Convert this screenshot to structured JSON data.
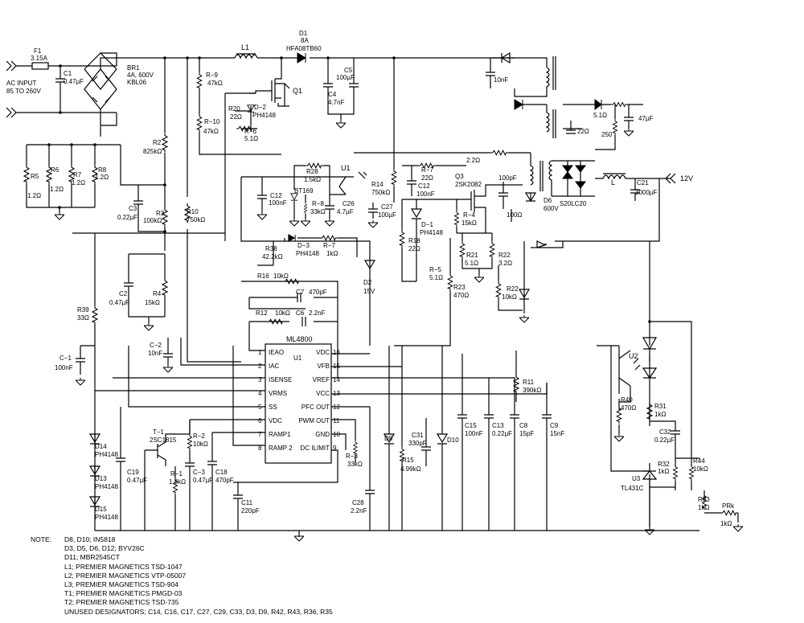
{
  "input": {
    "fuse_ref": "F1",
    "fuse_val": "3.15A",
    "ac_line1": "AC INPUT",
    "ac_line2": "85 TO 260V"
  },
  "front_end": {
    "c1_ref": "C1",
    "c1_val": "0.47µF",
    "br1_ref": "BR1",
    "br1_val": "4A, 600V",
    "br1_part": "KBL06",
    "l1_ref": "L1",
    "d1_ref": "D1",
    "d1_val": "8A",
    "d1_part": "HFA08TB60",
    "c5_ref": "C5",
    "c5_val": "100µF",
    "c4_ref": "C4",
    "c4_val": "4.7nF",
    "q1_ref": "Q1",
    "r9_ref": "R−9",
    "r9_val": "47kΩ",
    "r10_ref": "R−10",
    "r10_val": "47kΩ",
    "r20_ref": "R20",
    "r20_val": "22Ω",
    "d2_ref": "D−2",
    "d2_part": "PH4148",
    "r6_ref": "R−6",
    "r6_val": "5.1Ω",
    "r2_ref": "R2",
    "r2_val": "825kΩ",
    "r5_ref": "R5",
    "r5_val": "1.2Ω",
    "r6b_ref": "R6",
    "r6b_val": "1.2Ω",
    "r7_ref": "R7",
    "r7_val": "1.2Ω",
    "r8_ref": "R8",
    "r8_val": "1.2Ω",
    "c3_ref": "C3",
    "c3_val": "0.22µF",
    "r3_ref": "R3",
    "r3_val": "100kΩ",
    "r10b_ref": "R10",
    "r10b_val": "750kΩ",
    "c2_ref": "C2",
    "c2_val": "0.47µF",
    "r4_ref": "R4",
    "r4_val": "15kΩ",
    "r39_ref": "R39",
    "r39_val": "33Ω",
    "cm1_ref": "C−1",
    "cm1_val": "100nF",
    "cm2_ref": "C−2",
    "cm2_val": "10nF"
  },
  "aux": {
    "r28_ref": "R28",
    "r28_val": "1.5kΩ",
    "u1_ref": "U1",
    "bt_part": "BT169",
    "r8_ref": "R−8",
    "r8_val": "33kΩ",
    "c26_ref": "C26",
    "c26_val": "4.7µF",
    "c12_ref": "C12",
    "c12_val": "100nF",
    "r38_ref": "R38",
    "r38_val": "42.2kΩ",
    "d3_ref": "D−3",
    "d3_part": "PH4148",
    "r7_ref": "R−7",
    "r7_val": "1kΩ",
    "d2z_ref": "D2",
    "d2z_val": "15V",
    "r14_ref": "R14",
    "r14_val": "750kΩ",
    "c27_ref": "C27",
    "c27_val": "100µF"
  },
  "pwm": {
    "r7b_ref": "R−7",
    "r7b_val": "22Ω",
    "c12b_ref": "C12",
    "c12b_val": "100nF",
    "q3_ref": "Q3",
    "q3_part": "2SK2082",
    "d1b_ref": "D−1",
    "d1b_part": "PH4148",
    "r18_ref": "R18",
    "r18_val": "22Ω",
    "r5b_ref": "R−5",
    "r5b_val": "5.1Ω",
    "r4b_ref": "R−4",
    "r4b_val": "15kΩ",
    "r21_ref": "R21",
    "r21_val": "5.1Ω",
    "r22_ref": "R22",
    "r22_val": "3.2Ω",
    "r23_ref": "R23",
    "r23_val": "470Ω",
    "r22b_ref": "R22",
    "r22b_val": "10kΩ",
    "c100p": "100pF",
    "r100": "100Ω",
    "cap10n": "10nF",
    "r2_2": "2.2Ω"
  },
  "output": {
    "r5_1": "5.1Ω",
    "r22": "22Ω",
    "r250": "250",
    "c47": "47µF",
    "d6_ref": "D6",
    "d6_val": "600V",
    "diode_part": "S20LC20",
    "l_ref": "L",
    "c21_ref": "C21",
    "c21_val": "3000µF",
    "vout": "12V"
  },
  "controller": {
    "title": "ML4800",
    "ref": "U1",
    "left_pins": [
      {
        "num": "1",
        "name": "IEAO"
      },
      {
        "num": "2",
        "name": "IAC"
      },
      {
        "num": "3",
        "name": "ISENSE"
      },
      {
        "num": "4",
        "name": "VRMS"
      },
      {
        "num": "5",
        "name": "SS"
      },
      {
        "num": "6",
        "name": "VDC"
      },
      {
        "num": "7",
        "name": "RAMP1"
      },
      {
        "num": "8",
        "name": "RAMP 2"
      }
    ],
    "right_pins": [
      {
        "num": "16",
        "name": "VDC"
      },
      {
        "num": "15",
        "name": "VFB"
      },
      {
        "num": "14",
        "name": "VREF"
      },
      {
        "num": "13",
        "name": "VCC"
      },
      {
        "num": "12",
        "name": "PFC OUT"
      },
      {
        "num": "11",
        "name": "PWM OUT"
      },
      {
        "num": "10",
        "name": "GND"
      },
      {
        "num": "9",
        "name": "DC ILIMIT"
      }
    ],
    "r16_ref": "R16",
    "r16_val": "10kΩ",
    "c7_ref": "C7",
    "c7_val": "470pF",
    "r12_ref": "R12",
    "r12_val": "10kΩ",
    "c6_ref": "C6",
    "c6_val": "2.2nF"
  },
  "bottom": {
    "d14_ref": "D14",
    "d14_part": "PH4148",
    "d13_ref": "D13",
    "d13_part": "PH4148",
    "d15_ref": "D15",
    "d15_part": "PH4148",
    "t1_ref": "T−1",
    "t1_part": "2SC1815",
    "c19_ref": "C19",
    "c19_val": "0.47µF",
    "r2_ref": "R−2",
    "r2_val": "10kΩ",
    "r1_ref": "R−1",
    "r1_val": "1.8kΩ",
    "c3_ref": "C−3",
    "c3_val": "0.47µF",
    "c18_ref": "C18",
    "c18_val": "470pF",
    "c11_ref": "C11",
    "c11_val": "220pF",
    "r3_ref": "R−3",
    "r3_val": "33kΩ",
    "c28_ref": "C28",
    "c28_val": "2.2nF",
    "d8_ref": "D8",
    "r15_ref": "R15",
    "r15_val": "4.99kΩ",
    "c31_ref": "C31",
    "c31_val": "330pF",
    "d10_ref": "D10",
    "c15_ref": "C15",
    "c15_val": "100nF",
    "c13_ref": "C13",
    "c13_val": "0.22µF",
    "c8_ref": "C8",
    "c8_val": "15pF",
    "c9_ref": "C9",
    "c9_val": "15nF",
    "r11_ref": "R11",
    "r11_val": "390kΩ"
  },
  "feedback": {
    "u2_ref": "U2",
    "r40_ref": "R40",
    "r40_val": "470Ω",
    "r31_ref": "R31",
    "r31_val": "1kΩ",
    "c32_ref": "C32",
    "c32_val": "0.22µF",
    "r32_ref": "R32",
    "r32_val": "1kΩ",
    "r44_ref": "R44",
    "r44_val": "10kΩ",
    "u3_ref": "U3",
    "u3_part": "TL431C",
    "r33_ref": "R33",
    "r33_val": "1kΩ",
    "prk_ref": "PRk",
    "prk_val": "1kΩ"
  },
  "notes": {
    "label": "NOTE:",
    "lines": [
      "D8, D10; IN5818",
      "D3, D5, D6, D12; BYV26C",
      "D11; MBR2545CT",
      "L1; PREMIER MAGNETICS  TSD-1047",
      "L2; PREMIER MAGNETICS  VTP-05007",
      "L3; PREMIER MAGNETICS  TSD-904",
      "T1; PREMIER MAGNETICS  PMGD-03",
      "T2; PREMIER MAGNETICS  TSD-735",
      "UNUSED DESIGNATORS; C14, C16, C17, C27, C29, C33, D3, D9, R42, R43, R36, R35"
    ]
  }
}
